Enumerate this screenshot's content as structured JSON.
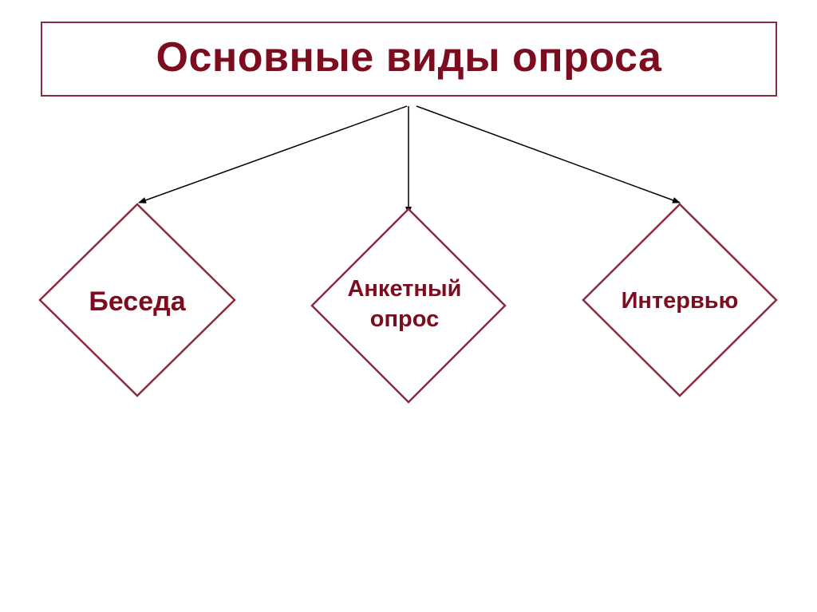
{
  "title": "Основные виды опроса",
  "nodes": [
    {
      "id": "beseda",
      "lines": [
        "Беседа"
      ]
    },
    {
      "id": "anketny",
      "lines": [
        "Анкетный",
        "опрос"
      ]
    },
    {
      "id": "intervyu",
      "lines": [
        "Интервью"
      ]
    }
  ],
  "colors": {
    "accent": "#7b0d1e",
    "border": "#8b2b3e",
    "arrow": "#000000",
    "background": "#ffffff"
  }
}
